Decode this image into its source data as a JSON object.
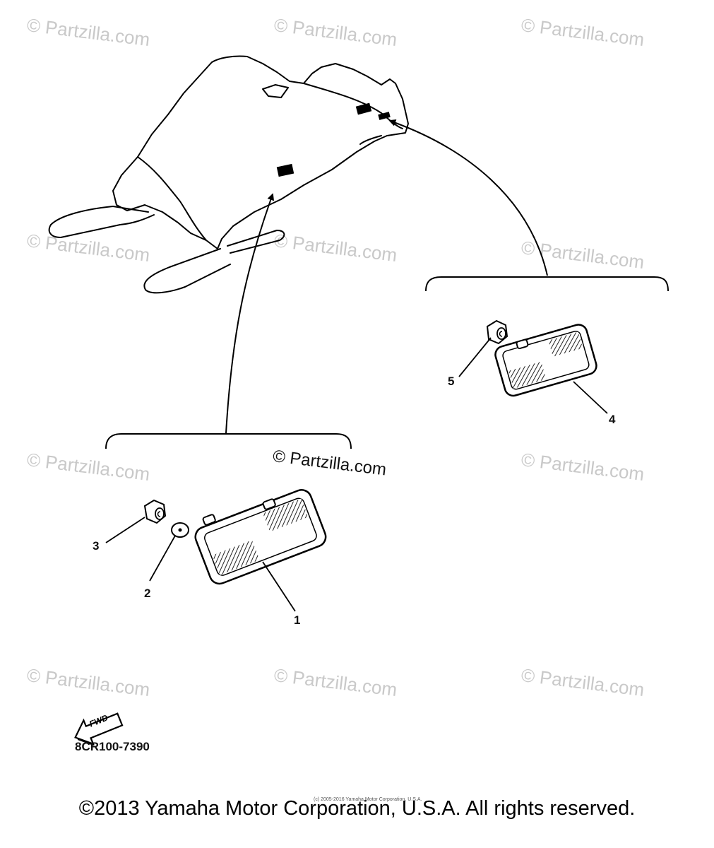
{
  "watermark": {
    "text": "© Partzilla.com"
  },
  "callouts": [
    {
      "number": "1"
    },
    {
      "number": "2"
    },
    {
      "number": "3"
    },
    {
      "number": "4"
    },
    {
      "number": "5"
    }
  ],
  "fwd_label": "FWD",
  "diagram_code": "8CR100-7390",
  "small_notice": "(c) 2005-2016 Yamaha Motor Corporation, U.S.A.",
  "copyright": "©2013 Yamaha Motor Corporation, U.S.A. All rights reserved."
}
